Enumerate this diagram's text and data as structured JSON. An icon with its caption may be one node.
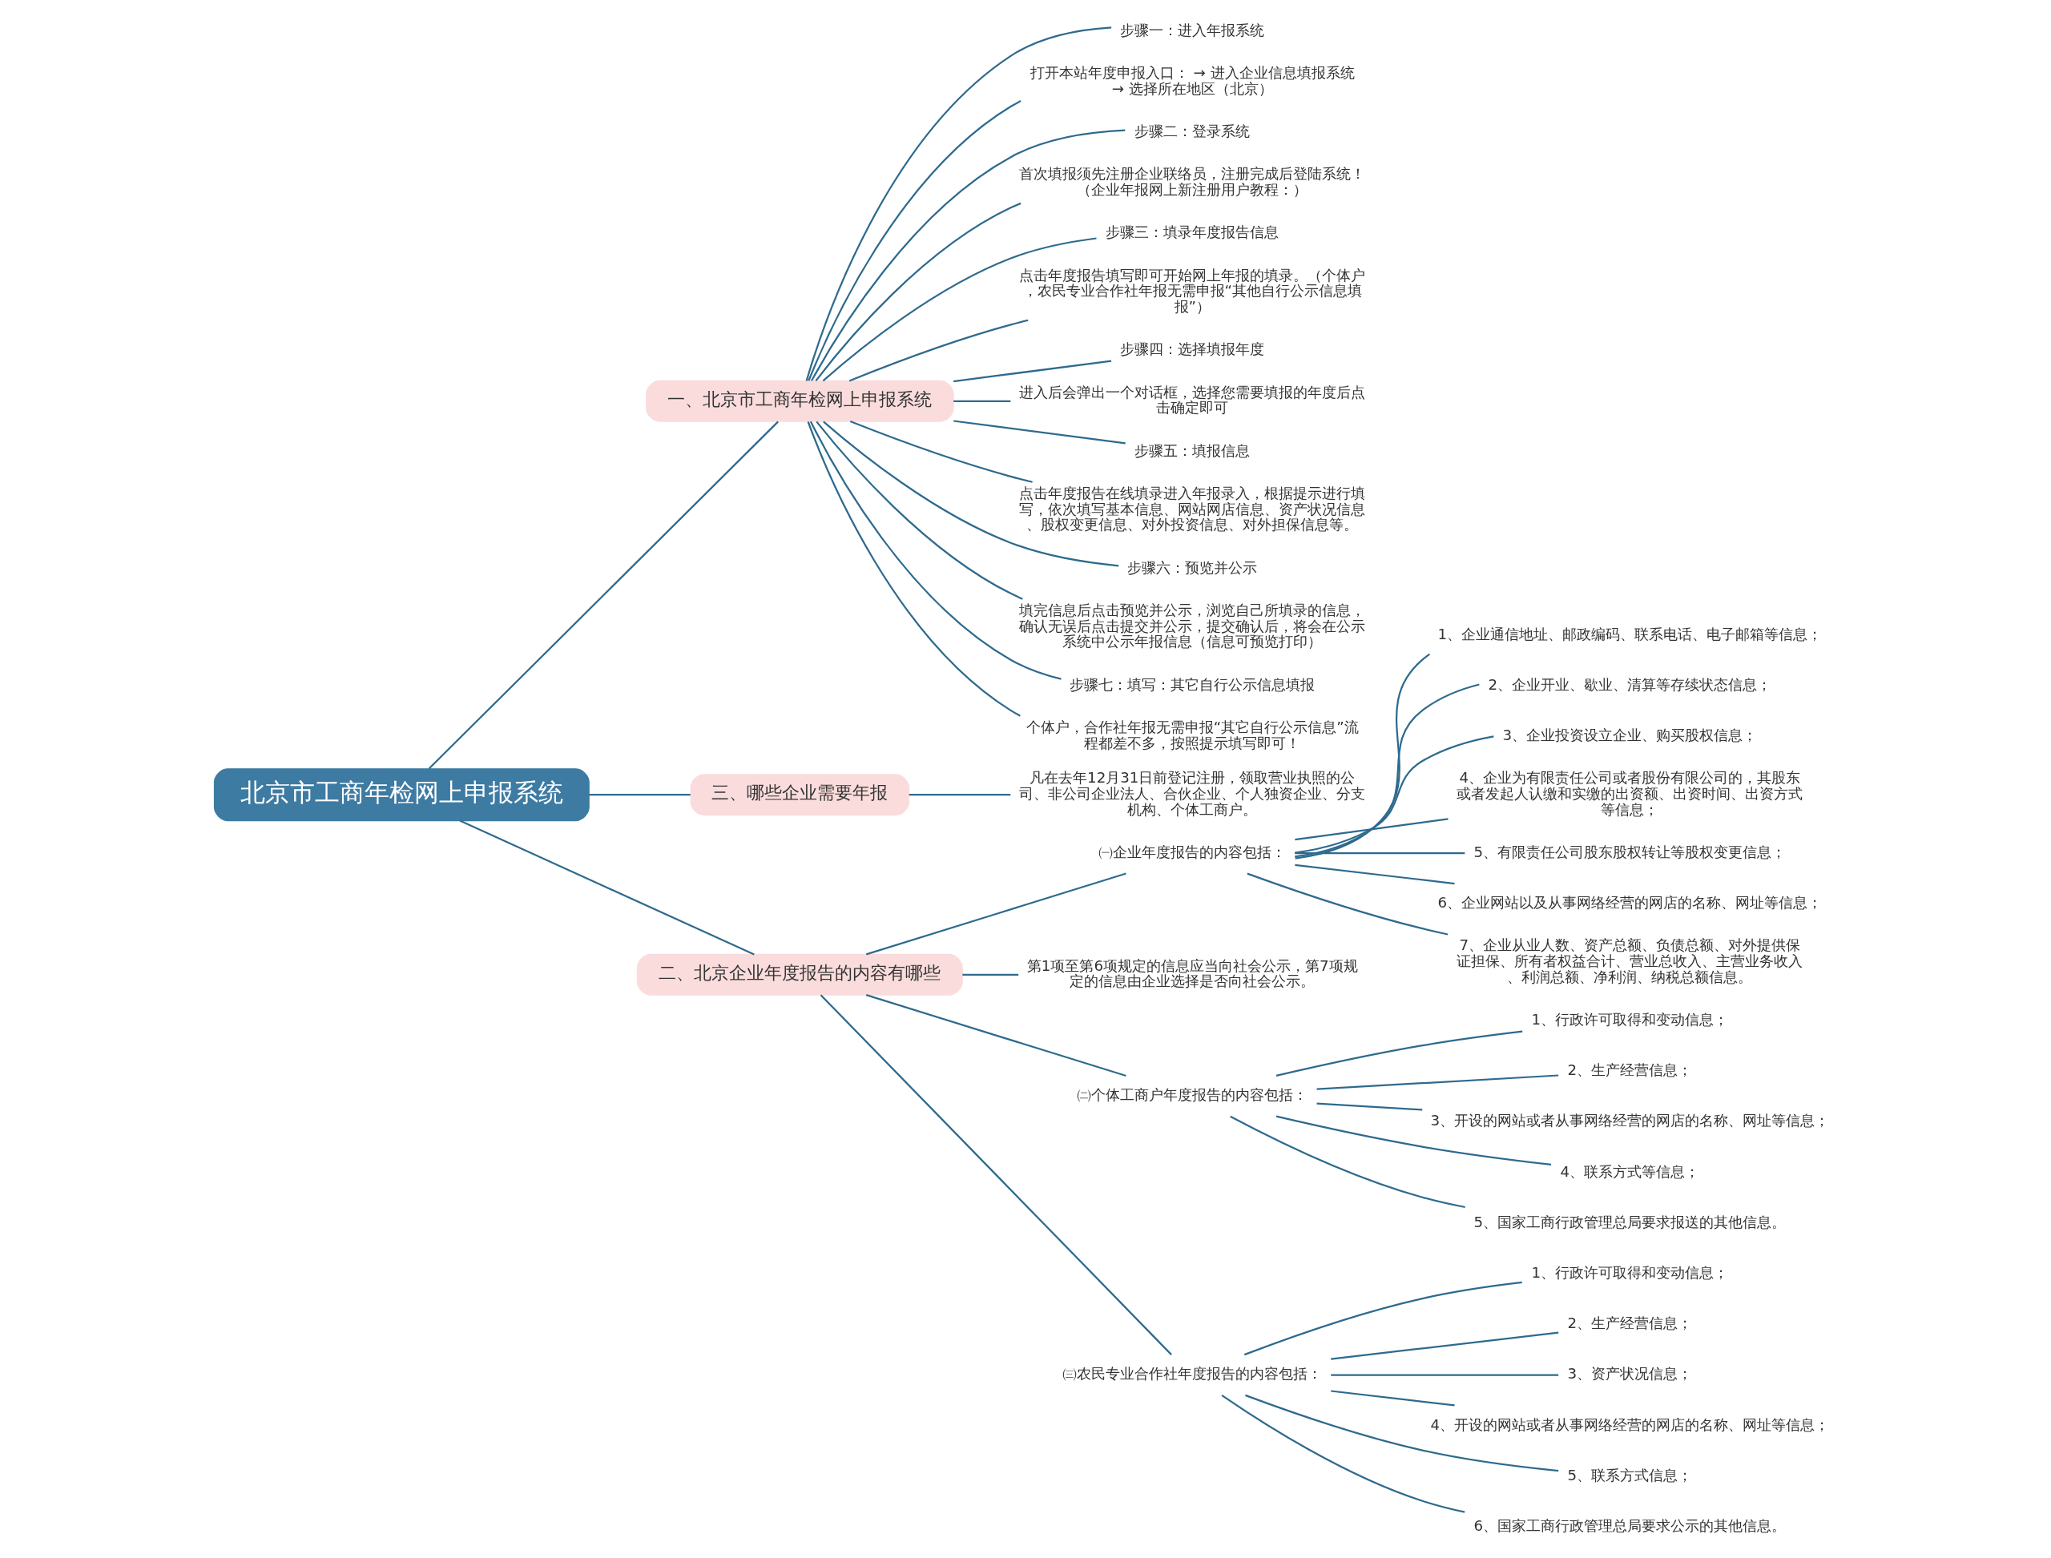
{
  "diagram": {
    "nodes": [
      {
        "text": [
          "北京市工商年检网上申报系统"
        ]
      },
      {
        "text": [
          "一、北京市工商年检网上申报系统"
        ]
      },
      {
        "text": [
          "步骤一：进入年报系统"
        ]
      },
      {
        "text": [
          "打开本站年度申报入口： → 进入企业信息填报系统 → 选择所在地区（北京）"
        ]
      },
      {
        "text": [
          "步骤二：登录系统"
        ]
      },
      {
        "text": [
          "首次填报须先注册企业联络员，注册完成后登陆系统！（企业年报网上新注册用户教程：）"
        ]
      },
      {
        "text": [
          "步骤三：填录年度报告信息"
        ]
      },
      {
        "text": [
          "点击年度报告填写即可开始网上年报的填录。（个体户，农民专业合作社年报无需申报“其他自行公示信息填报”）"
        ]
      },
      {
        "text": [
          "步骤四：选择填报年度"
        ]
      },
      {
        "text": [
          "进入后会弹出一个对话框，选择您需要填报的年度后点击确定即可"
        ]
      },
      {
        "text": [
          "步骤五：填报信息"
        ]
      },
      {
        "text": [
          "点击年度报告在线填录进入年报录入，根据提示进行填写，依次填写基本信息、网站网店信息、资产状况信息、股权变更信息、对外投资信息、对外担保信息等。"
        ]
      },
      {
        "text": [
          "步骤六：预览并公示"
        ]
      },
      {
        "text": [
          "填完信息后点击预览并公示，浏览自己所填录的信息，确认无误后点击提交并公示，提交确认后，将会在公示系统中公示年报信息（信息可预览打印）"
        ]
      },
      {
        "text": [
          "步骤七：填写：其它自行公示信息填报"
        ]
      },
      {
        "text": [
          "个体户，合作社年报无需申报“其它自行公示信息”流程都差不多，按照提示填写即可！"
        ]
      },
      {
        "text": [
          "三、哪些企业需要年报"
        ]
      },
      {
        "text": [
          "凡在去年12月31日前登记注册，领取营业执照的公司、非公司企业法人、合伙企业、个人独资企业、分支机构、个体工商户。"
        ]
      },
      {
        "text": [
          "二、北京企业年度报告的内容有哪些"
        ]
      },
      {
        "text": [
          "㈠企业年度报告的内容包括："
        ]
      },
      {
        "text": [
          "1、企业通信地址、邮政编码、联系电话、电子邮箱等信息；"
        ]
      },
      {
        "text": [
          "2、企业开业、歇业、清算等存续状态信息；"
        ]
      },
      {
        "text": [
          "3、企业投资设立企业、购买股权信息；"
        ]
      },
      {
        "text": [
          "4、企业为有限责任公司或者股份有限公司的，其股东或者发起人认缴和实缴的出资额、出资时间、出资方式等信息；"
        ]
      },
      {
        "text": [
          "5、有限责任公司股东股权转让等股权变更信息；"
        ]
      },
      {
        "text": [
          "6、企业网站以及从事网络经营的网店的名称、网址等信息；"
        ]
      },
      {
        "text": [
          "7、企业从业人数、资产总额、负债总额、对外提供保证担保、所有者权益合计、营业总收入、主营业务收入、利润总额、净利润、纳税总额信息。"
        ]
      },
      {
        "text": [
          "第1项至第6项规定的信息应当向社会公示，第7项规定的信息由企业选择是否向社会公示。"
        ]
      },
      {
        "text": [
          "㈡个体工商户年度报告的内容包括："
        ]
      },
      {
        "text": [
          "1、行政许可取得和变动信息；"
        ]
      },
      {
        "text": [
          "2、生产经营信息；"
        ]
      },
      {
        "text": [
          "3、开设的网站或者从事网络经营的网店的名称、网址等信息；"
        ]
      },
      {
        "text": [
          "4、联系方式等信息；"
        ]
      },
      {
        "text": [
          "5、国家工商行政管理总局要求报送的其他信息。"
        ]
      },
      {
        "text": [
          "㈢农民专业合作社年度报告的内容包括："
        ]
      },
      {
        "text": [
          "1、行政许可取得和变动信息；"
        ]
      },
      {
        "text": [
          "2、生产经营信息；"
        ]
      },
      {
        "text": [
          "3、资产状况信息；"
        ]
      },
      {
        "text": [
          "4、开设的网站或者从事网络经营的网店的名称、网址等信息；"
        ]
      },
      {
        "text": [
          "5、联系方式信息；"
        ]
      },
      {
        "text": [
          "6、国家工商行政管理总局要求公示的其他信息。"
        ]
      }
    ],
    "edges": [
      {
        "from": 0,
        "to": 1,
        "arrow": "none"
      },
      {
        "from": 1,
        "to": 2,
        "arrow": "none"
      },
      {
        "from": 1,
        "to": 3,
        "arrow": "none"
      },
      {
        "from": 1,
        "to": 4,
        "arrow": "none"
      },
      {
        "from": 1,
        "to": 5,
        "arrow": "none"
      },
      {
        "from": 1,
        "to": 6,
        "arrow": "none"
      },
      {
        "from": 1,
        "to": 7,
        "arrow": "none"
      },
      {
        "from": 1,
        "to": 8,
        "arrow": "none"
      },
      {
        "from": 1,
        "to": 9,
        "arrow": "none"
      },
      {
        "from": 1,
        "to": 10,
        "arrow": "none"
      },
      {
        "from": 1,
        "to": 11,
        "arrow": "none"
      },
      {
        "from": 1,
        "to": 12,
        "arrow": "none"
      },
      {
        "from": 1,
        "to": 13,
        "arrow": "none"
      },
      {
        "from": 1,
        "to": 14,
        "arrow": "none"
      },
      {
        "from": 1,
        "to": 15,
        "arrow": "none"
      },
      {
        "from": 0,
        "to": 16,
        "arrow": "none"
      },
      {
        "from": 16,
        "to": 17,
        "arrow": "none"
      },
      {
        "from": 0,
        "to": 18,
        "arrow": "none"
      },
      {
        "from": 18,
        "to": 19,
        "arrow": "none"
      },
      {
        "from": 19,
        "to": 20,
        "arrow": "none"
      },
      {
        "from": 19,
        "to": 21,
        "arrow": "none"
      },
      {
        "from": 19,
        "to": 22,
        "arrow": "none"
      },
      {
        "from": 19,
        "to": 23,
        "arrow": "none"
      },
      {
        "from": 19,
        "to": 24,
        "arrow": "none"
      },
      {
        "from": 19,
        "to": 25,
        "arrow": "none"
      },
      {
        "from": 19,
        "to": 26,
        "arrow": "none"
      },
      {
        "from": 18,
        "to": 27,
        "arrow": "none"
      },
      {
        "from": 18,
        "to": 28,
        "arrow": "none"
      },
      {
        "from": 28,
        "to": 29,
        "arrow": "none"
      },
      {
        "from": 28,
        "to": 30,
        "arrow": "none"
      },
      {
        "from": 28,
        "to": 31,
        "arrow": "none"
      },
      {
        "from": 28,
        "to": 32,
        "arrow": "none"
      },
      {
        "from": 28,
        "to": 33,
        "arrow": "none"
      },
      {
        "from": 18,
        "to": 34,
        "arrow": "none"
      },
      {
        "from": 34,
        "to": 35,
        "arrow": "none"
      },
      {
        "from": 34,
        "to": 36,
        "arrow": "none"
      },
      {
        "from": 34,
        "to": 37,
        "arrow": "none"
      },
      {
        "from": 34,
        "to": 38,
        "arrow": "none"
      },
      {
        "from": 34,
        "to": 39,
        "arrow": "none"
      },
      {
        "from": 34,
        "to": 40,
        "arrow": "none"
      }
    ]
  }
}
